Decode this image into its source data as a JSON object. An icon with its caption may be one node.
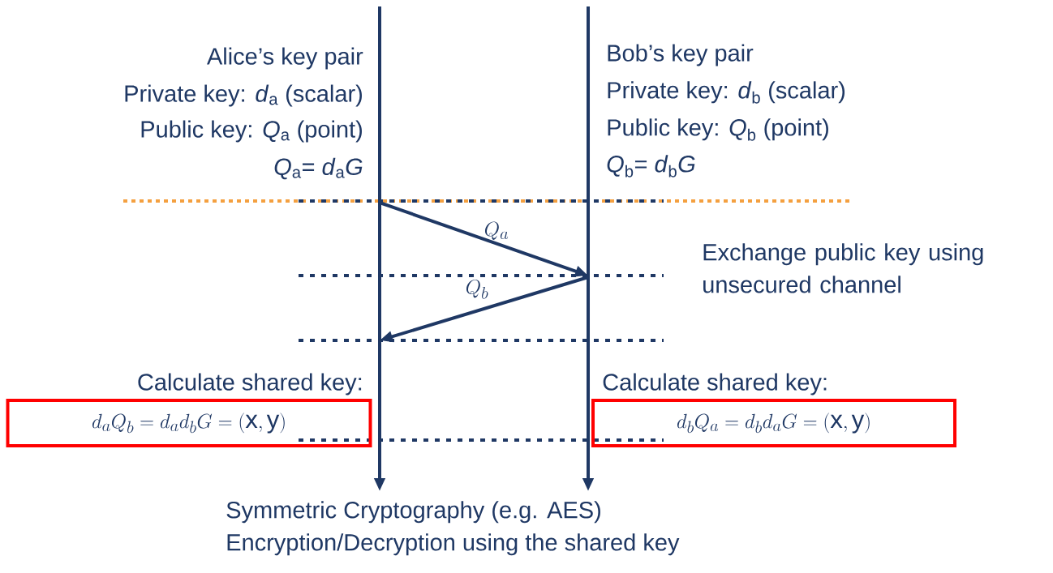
{
  "diagram": {
    "nodes": [
      {
        "text": [],
        "shape": "line"
      },
      {
        "text": [],
        "shape": "line"
      },
      {
        "text": [
          "Calculate shared key:",
          "d_aQ_b = d_ad_bG = (\\mathrm{x},\\mathrm{y})"
        ]
      },
      {
        "text": [
          "Calculate shared key:",
          "d_bQ_a = d_bd_aG = (\\mathrm{x},\\mathrm{y})"
        ]
      },
      {
        "text": [
          "Symmetric Cryptography (e.g. AES)",
          "Encryption/Decryption using the shared key"
        ]
      }
    ],
    "edges": [
      {
        "from": 0,
        "to": 1,
        "arrow": "to",
        "label": "Q_a"
      },
      {
        "from": 1,
        "to": 0,
        "arrow": "to",
        "label": "Q_b"
      },
      {
        "from": 0,
        "to": 4,
        "arrow": "to"
      },
      {
        "from": 1,
        "to": 4,
        "arrow": "to"
      }
    ],
    "labels": [
      "Alice’s key pair",
      "Private key: *d*$_{a}$ (scalar)",
      "Public key: *Q*$_{a}$  (point)",
      "*Q*$_{a}$= *d*$_{a}$*G*",
      "Bob’s key pair",
      "Private key: *d*$_{b}$ (scalar)",
      "Public key: *Q*$_{b}$  (point)",
      "*Q*$_{b}$= *d*$_{b}$*G*",
      "Exchange public key using unsecured channel"
    ]
  }
}
